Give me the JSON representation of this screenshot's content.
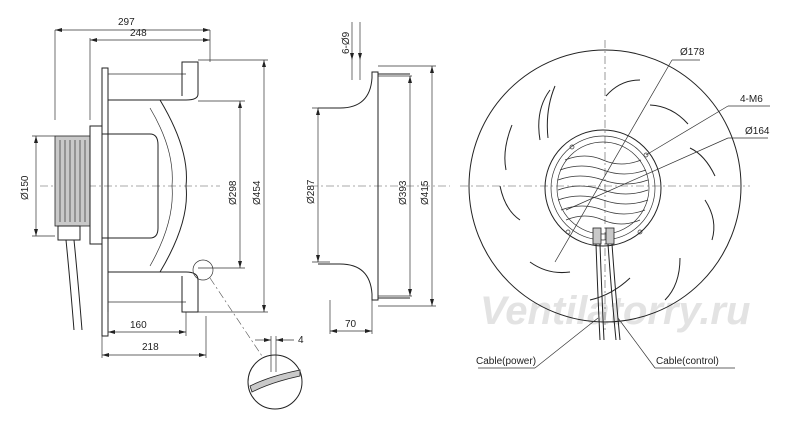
{
  "dimensions": {
    "d297": "297",
    "d248": "248",
    "d150": "Ø150",
    "d298": "Ø298",
    "d454": "Ø454",
    "d160": "160",
    "d218": "218",
    "d4": "4",
    "d6x9": "6-Ø9",
    "d287": "Ø287",
    "d393": "Ø393",
    "d415": "Ø415",
    "d70": "70",
    "d178": "Ø178",
    "d4m6": "4-M6",
    "d164": "Ø164"
  },
  "cables": {
    "power": "Cable(power)",
    "control": "Cable(control)"
  },
  "watermark": "Ventilatorry.ru"
}
